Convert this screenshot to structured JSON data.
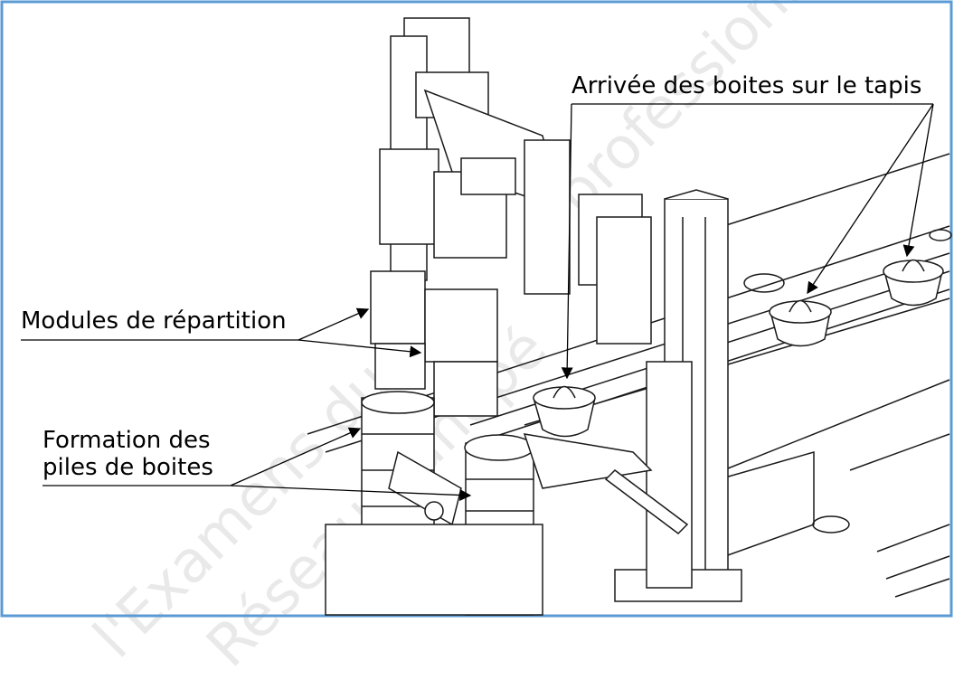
{
  "labels": {
    "arrivee": "Arrivée des boites sur le tapis",
    "modules": "Modules de répartition",
    "formation_line1": "Formation des",
    "formation_line2": "piles de boites"
  },
  "watermark": {
    "line1": "l'Examens du",
    "line2": "Réseau Canopé",
    "line3": "professionnel"
  },
  "colors": {
    "frame": "#5b9bd5",
    "stroke": "#1a1a1a",
    "watermark": "#d0d0d0"
  }
}
